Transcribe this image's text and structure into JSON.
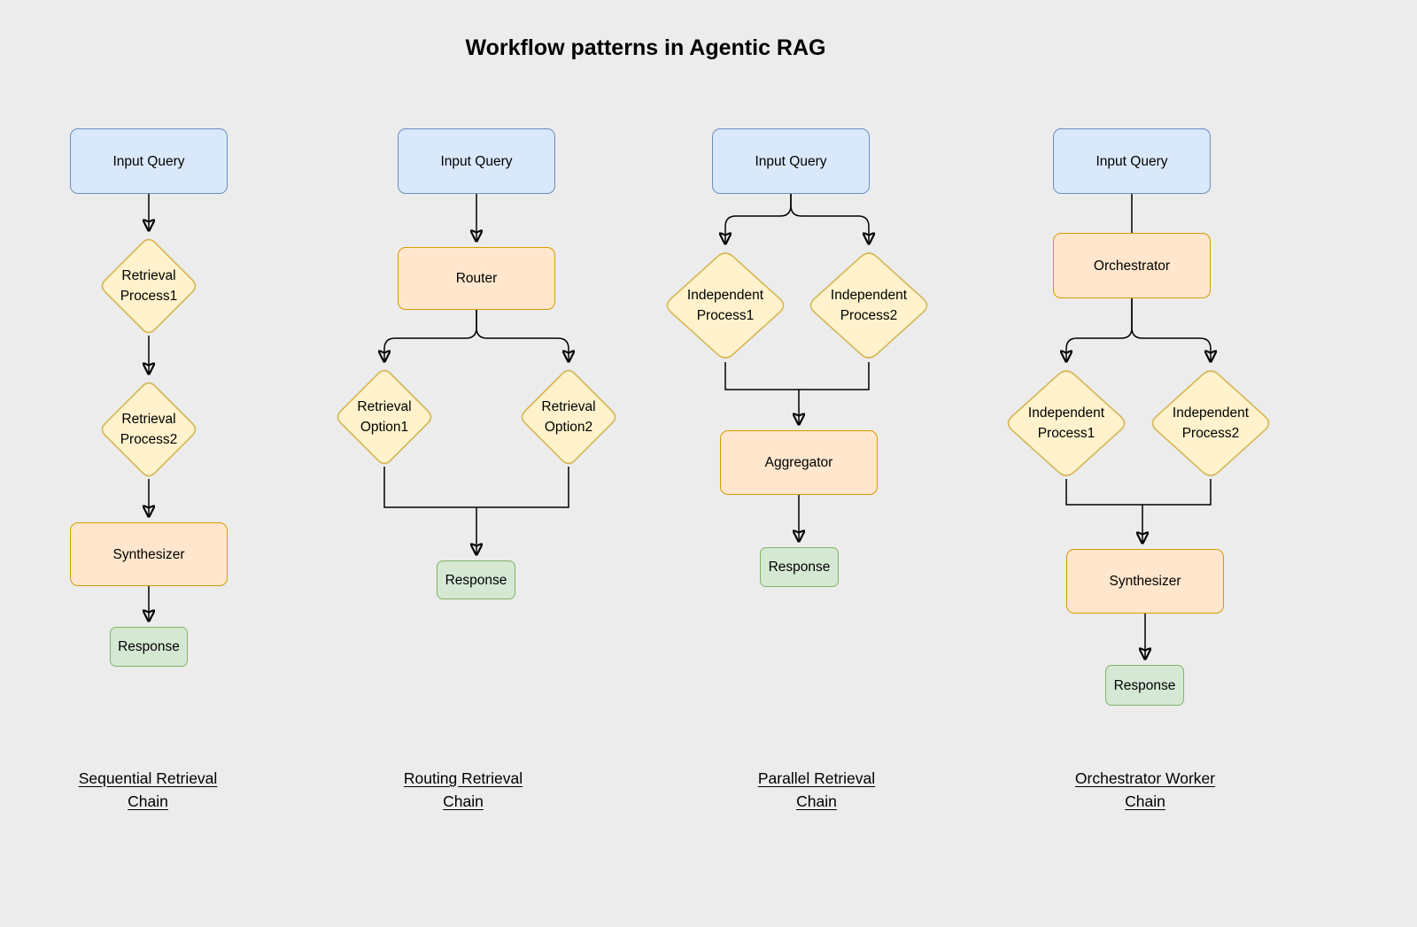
{
  "title": "Workflow patterns in Agentic RAG",
  "palette": {
    "background": "#ececec",
    "blue_fill": "#dae8fc",
    "blue_stroke": "#6c8ebf",
    "yellow_fill": "#fff2cc",
    "yellow_stroke": "#d6b656",
    "orange_fill": "#ffe6cc",
    "orange_stroke": "#d79b00",
    "green_fill": "#d5e8d4",
    "green_stroke": "#82b366",
    "edge": "#000000"
  },
  "workflows": [
    {
      "caption": "Sequential Retrieval Chain",
      "nodes": {
        "input": "Input Query",
        "process1": "Retrieval Process1",
        "process2": "Retrieval Process2",
        "synthesizer": "Synthesizer",
        "response": "Response"
      }
    },
    {
      "caption": "Routing Retrieval Chain",
      "nodes": {
        "input": "Input Query",
        "router": "Router",
        "option1": "Retrieval Option1",
        "option2": "Retrieval Option2",
        "response": "Response"
      }
    },
    {
      "caption": "Parallel Retrieval Chain",
      "nodes": {
        "input": "Input Query",
        "process1": "Independent Process1",
        "process2": "Independent Process2",
        "aggregator": "Aggregator",
        "response": "Response"
      }
    },
    {
      "caption": "Orchestrator Worker Chain",
      "nodes": {
        "input": "Input Query",
        "orchestrator": "Orchestrator",
        "process1": "Independent Process1",
        "process2": "Independent Process2",
        "synthesizer": "Synthesizer",
        "response": "Response"
      }
    }
  ]
}
